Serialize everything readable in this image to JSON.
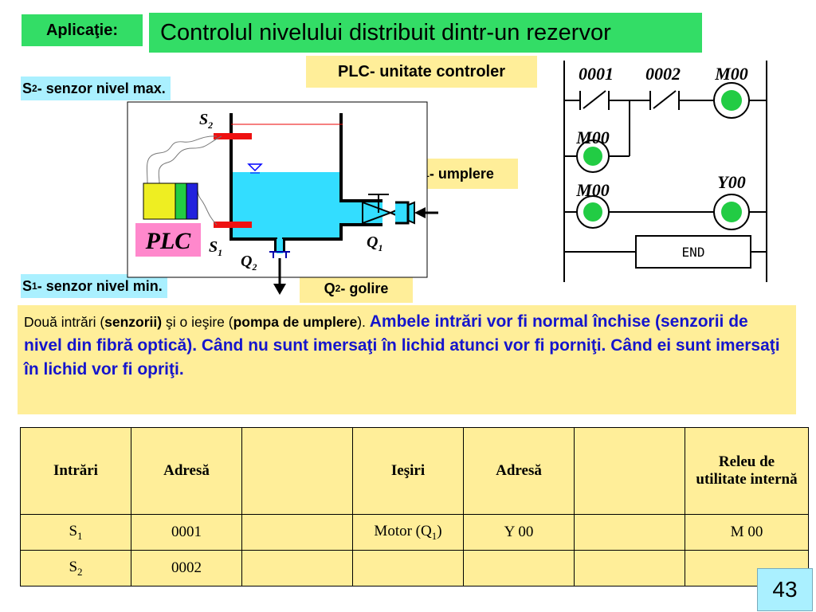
{
  "header": {
    "tag": "Aplicaţie:",
    "title": "Controlul nivelului distribuit dintr-un rezervor"
  },
  "labels": {
    "plc_unit": "PLC- unitate controler",
    "s2_sub": "2",
    "s2_text": "- senzor nivel max.",
    "s1_sub": "1",
    "s1_text": "- senzor nivel min.",
    "q1_sub": "1",
    "q1_text": "- umplere",
    "q2_sub": "2",
    "q2_text": "- golire",
    "sensor_prefix": "S",
    "pump_prefix": "Q"
  },
  "tank_diagram": {
    "plc_label": "PLC",
    "s2": "S",
    "s2_sub": "2",
    "s1": "S",
    "s1_sub": "1",
    "q1": "Q",
    "q1_sub": "1",
    "q2": "Q",
    "q2_sub": "2"
  },
  "ladder": {
    "contact1": "0001",
    "contact2": "0002",
    "coil1": "M00",
    "hold_contact": "M00",
    "contact3": "M00",
    "coil2": "Y00",
    "end": "END"
  },
  "description": {
    "p1": "Două intrări (",
    "b1": "senzorii)",
    "p2": " şi o ieşire (",
    "b2": "pompa de umplere",
    "p3": "). ",
    "blue": "Ambele intrări vor fi normal închise (senzorii de nivel din fibră optică). Când nu sunt imersaţi în lichid atunci vor fi porniţi. Când ei sunt imersaţi în lichid vor fi opriţi."
  },
  "table": {
    "headers": [
      "Intrări",
      "Adresă",
      "",
      "Ieşiri",
      "Adresă",
      "",
      "Releu de utilitate internă"
    ],
    "rows": [
      {
        "c0": "S",
        "c0_sub": "1",
        "c1": "0001",
        "c2": "",
        "c3": "Motor (Q",
        "c3_sub": "1",
        "c3_end": ")",
        "c4": "Y 00",
        "c5": "",
        "c6": "M 00"
      },
      {
        "c0": "S",
        "c0_sub": "2",
        "c1": "0002",
        "c2": "",
        "c3": "",
        "c4": "",
        "c5": "",
        "c6": ""
      }
    ]
  },
  "page_number": "43",
  "colors": {
    "green_label": "#33dd66",
    "yellow_label": "#ffee99",
    "cyan_label": "#aaf0ff",
    "water": "#33ddff",
    "sensor_red": "#ee1111",
    "plc_pink": "#ff88cc",
    "coil_green": "#22cc44"
  }
}
